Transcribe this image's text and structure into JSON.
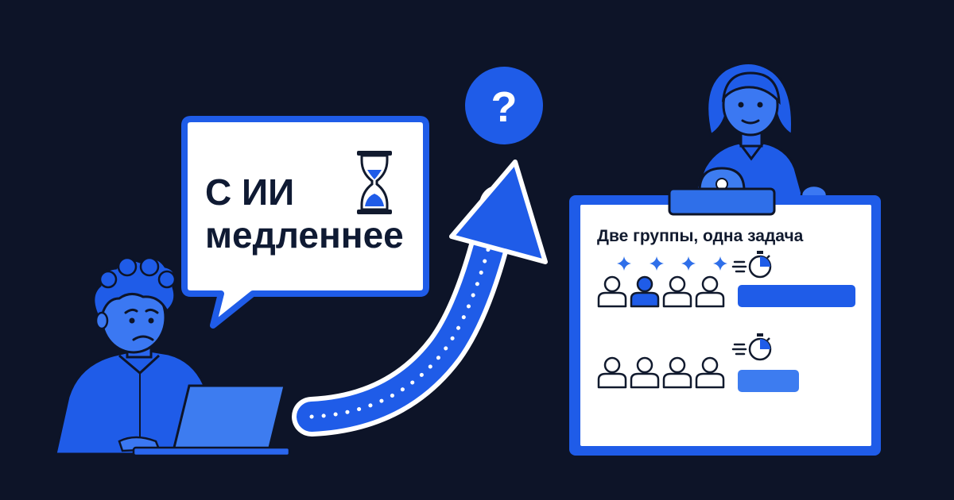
{
  "speech_bubble": {
    "line1": "С ИИ",
    "line2": "медленнее",
    "icon": "hourglass-icon"
  },
  "question_badge": {
    "symbol": "?"
  },
  "board": {
    "title": "Две группы, одна задача",
    "group_ai": {
      "people": 4,
      "highlighted_person": 2,
      "sparkles": 4,
      "icon": "stopwatch-icon",
      "bar_fill": 1.0
    },
    "group_control": {
      "people": 4,
      "icon": "stopwatch-icon",
      "bar_fill": 0.52
    }
  },
  "colors": {
    "background": "#0d1428",
    "accent": "#1f5ce8",
    "accent_light": "#3d7cf0",
    "white": "#ffffff",
    "dark_text": "#0f1a33"
  }
}
